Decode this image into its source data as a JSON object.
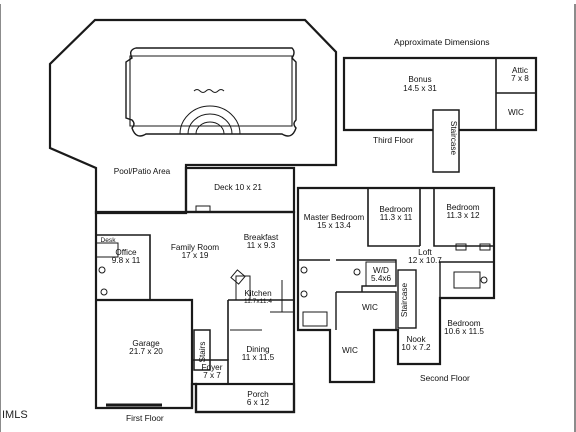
{
  "header": {
    "approx": "Approximate Dimensions"
  },
  "floors": {
    "third": "Third Floor",
    "second": "Second Floor",
    "first": "First Floor"
  },
  "watermark": "IMLS",
  "outdoor": {
    "pool_patio": "Pool/Patio Area"
  },
  "rooms": {
    "bonus": {
      "name": "Bonus",
      "dims": "14.5 x 31"
    },
    "attic": {
      "name": "Attic",
      "dims": "7 x 8"
    },
    "wic_third": {
      "name": "WIC"
    },
    "staircase_third": {
      "name": "Staircase"
    },
    "deck": {
      "name": "Deck 10 x 21"
    },
    "desk": {
      "name": "Desk"
    },
    "office": {
      "name": "Office",
      "dims": "9.8 x 11"
    },
    "family": {
      "name": "Family Room",
      "dims": "17 x 19"
    },
    "breakfast": {
      "name": "Breakfast",
      "dims": "11 x 9.3"
    },
    "kitchen": {
      "name": "Kitchen",
      "dims": "11.7x11.4"
    },
    "garage": {
      "name": "Garage",
      "dims": "21.7 x 20"
    },
    "stairs_first": {
      "name": "Stairs"
    },
    "dining": {
      "name": "Dining",
      "dims": "11 x 11.5"
    },
    "foyer": {
      "name": "Foyer",
      "dims": "7 x 7"
    },
    "porch": {
      "name": "Porch",
      "dims": "6 x 12"
    },
    "master": {
      "name": "Master Bedroom",
      "dims": "15 x 13.4"
    },
    "bed2": {
      "name": "Bedroom",
      "dims": "11.3 x 11"
    },
    "bed3": {
      "name": "Bedroom",
      "dims": "11.3 x 12"
    },
    "loft": {
      "name": "Loft",
      "dims": "12 x 10.7"
    },
    "wd": {
      "name": "W/D",
      "dims": "5.4x6"
    },
    "wic_master": {
      "name": "WIC"
    },
    "wic_lower": {
      "name": "WIC"
    },
    "staircase_second": {
      "name": "Staircase"
    },
    "nook": {
      "name": "Nook",
      "dims": "10 x 7.2"
    },
    "bed4": {
      "name": "Bedroom",
      "dims": "10.6 x 11.5"
    }
  }
}
